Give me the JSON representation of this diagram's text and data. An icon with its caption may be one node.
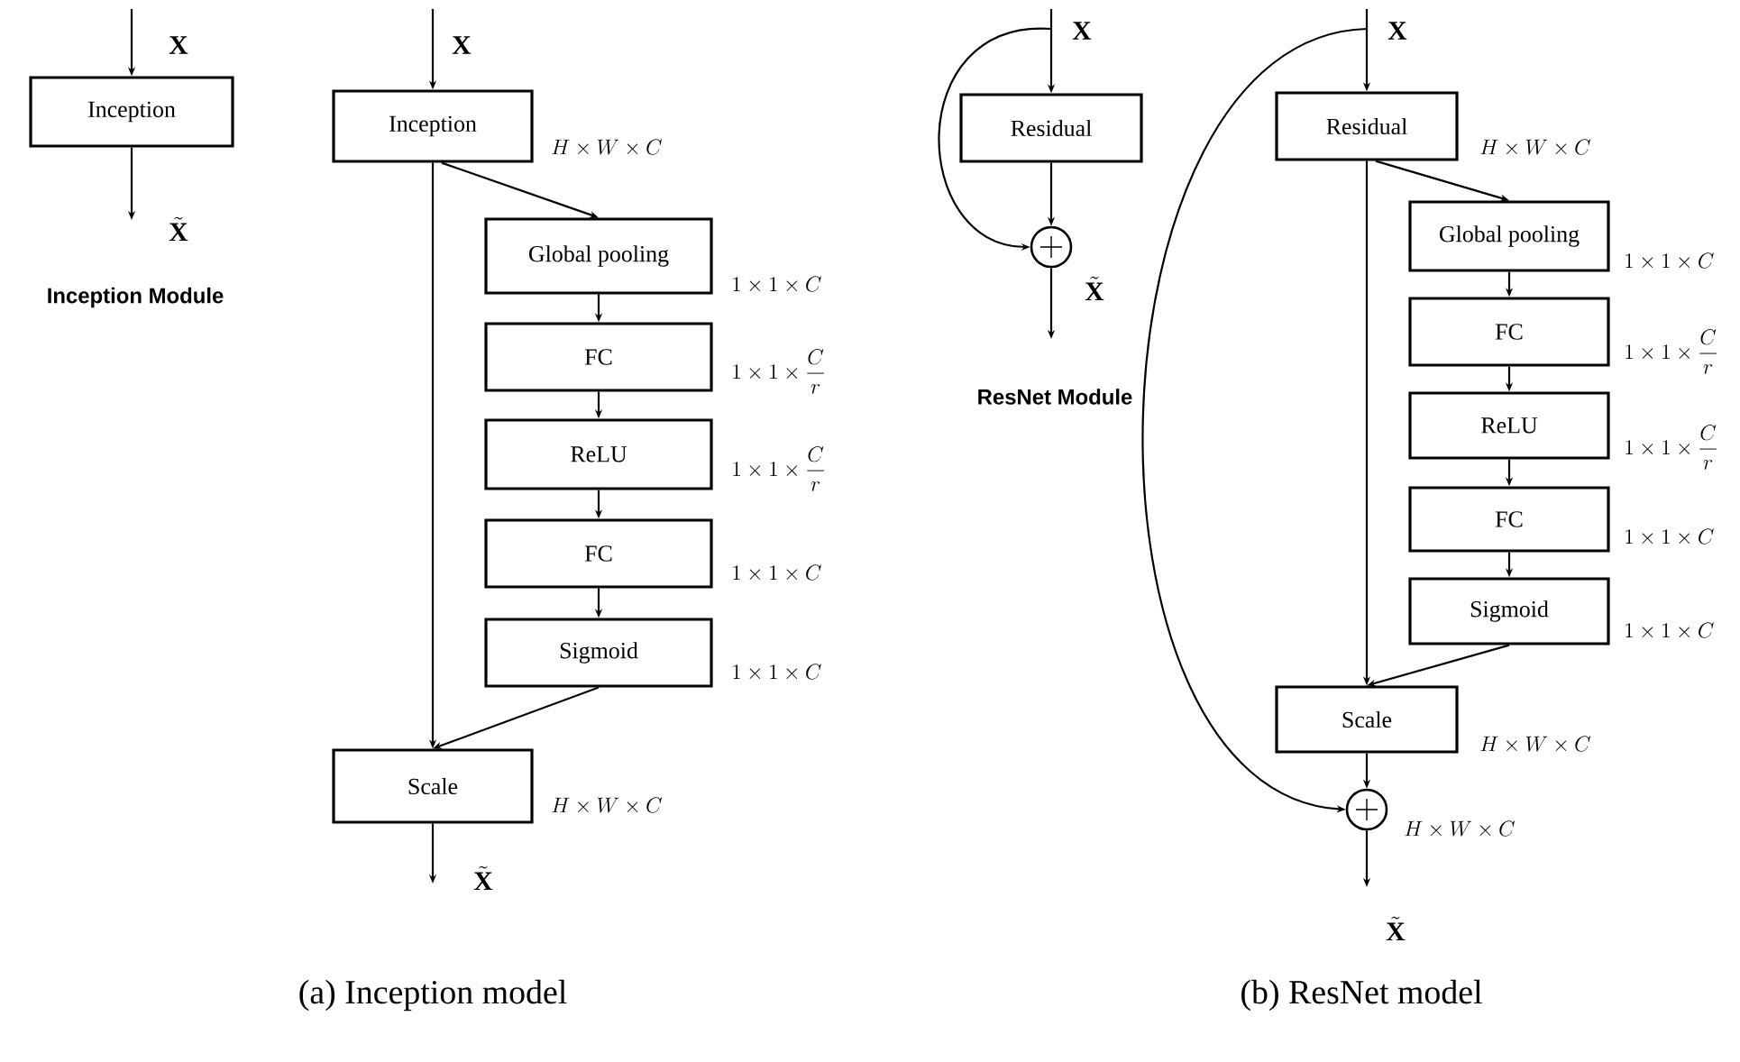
{
  "diagram": {
    "nodes": [
      {
        "text": [
          "Inception"
        ]
      },
      {
        "text": [
          "Inception"
        ],
        "beside": [
          "H \\times W \\times C"
        ]
      },
      {
        "text": [
          "Global pooling"
        ],
        "beside": [
          "1 \\times 1 \\times C"
        ]
      },
      {
        "text": [
          "FC"
        ],
        "beside": [
          "1 \\times 1 \\times \\dfrac{C}{r}"
        ]
      },
      {
        "text": [
          "ReLU"
        ],
        "beside": [
          "1 \\times 1 \\times \\dfrac{C}{r}"
        ]
      },
      {
        "text": [
          "FC"
        ],
        "beside": [
          "1 \\times 1 \\times C"
        ]
      },
      {
        "text": [
          "Sigmoid"
        ],
        "beside": [
          "1 \\times 1 \\times C"
        ]
      },
      {
        "text": [
          "Scale"
        ],
        "beside": [
          "H \\times W \\times C"
        ]
      },
      {
        "text": [
          "Residual"
        ]
      },
      {
        "text": [],
        "shape": "circle"
      },
      {
        "text": [
          "Residual"
        ],
        "beside": [
          "H \\times W \\times C"
        ]
      },
      {
        "text": [
          "Global pooling"
        ],
        "beside": [
          "1 \\times 1 \\times C"
        ]
      },
      {
        "text": [
          "FC"
        ],
        "beside": [
          "1 \\times 1 \\times \\dfrac{C}{r}"
        ]
      },
      {
        "text": [
          "ReLU"
        ],
        "beside": [
          "1 \\times 1 \\times \\dfrac{C}{r}"
        ]
      },
      {
        "text": [
          "FC"
        ],
        "beside": [
          "1 \\times 1 \\times C"
        ]
      },
      {
        "text": [
          "Sigmoid"
        ],
        "beside": [
          "1 \\times 1 \\times C"
        ]
      },
      {
        "text": [
          "Scale"
        ],
        "beside": [
          "H \\times W \\times C"
        ]
      },
      {
        "text": [],
        "shape": "circle",
        "beside": [
          "H \\times W \\times C"
        ]
      }
    ],
    "edges": [
      {
        "from": null,
        "to": 0,
        "arrow": "to"
      },
      {
        "from": 0,
        "to": null,
        "arrow": "to"
      },
      {
        "from": null,
        "to": 1,
        "arrow": "to"
      },
      {
        "from": 1,
        "to": 2,
        "arrow": "to"
      },
      {
        "from": 2,
        "to": 3,
        "arrow": "to"
      },
      {
        "from": 3,
        "to": 4,
        "arrow": "to"
      },
      {
        "from": 4,
        "to": 5,
        "arrow": "to"
      },
      {
        "from": 5,
        "to": 6,
        "arrow": "to"
      },
      {
        "from": 1,
        "to": 7,
        "arrow": "to"
      },
      {
        "from": 6,
        "to": 7,
        "arrow": "to"
      },
      {
        "from": 7,
        "to": null,
        "arrow": "to"
      },
      {
        "from": null,
        "to": 8,
        "arrow": "to"
      },
      {
        "from": 8,
        "to": 9,
        "arrow": "to"
      },
      {
        "from": null,
        "to": 9,
        "arrow": "to"
      },
      {
        "from": 9,
        "to": null,
        "arrow": "to"
      },
      {
        "from": null,
        "to": 10,
        "arrow": "to"
      },
      {
        "from": 10,
        "to": 11,
        "arrow": "to"
      },
      {
        "from": 11,
        "to": 12,
        "arrow": "to"
      },
      {
        "from": 12,
        "to": 13,
        "arrow": "to"
      },
      {
        "from": 13,
        "to": 14,
        "arrow": "to"
      },
      {
        "from": 14,
        "to": 15,
        "arrow": "to"
      },
      {
        "from": 10,
        "to": 16,
        "arrow": "to"
      },
      {
        "from": 15,
        "to": 16,
        "arrow": "to"
      },
      {
        "from": 16,
        "to": 17,
        "arrow": "to"
      },
      {
        "from": null,
        "to": 17,
        "arrow": "to"
      },
      {
        "from": 17,
        "to": null,
        "arrow": "to"
      }
    ],
    "labels": [
      "\\mathbf{X}",
      "\\tilde{\\mathbf{X}}",
      "Inception Module",
      "\\mathbf{X}",
      "\\tilde{\\mathbf{X}}",
      "\\mathbf{X}",
      "\\tilde{\\mathbf{X}}",
      "ResNet Module",
      "\\mathbf{X}",
      "\\tilde{\\mathbf{X}}",
      "(a) Inception model",
      "(b) ResNet model"
    ]
  }
}
